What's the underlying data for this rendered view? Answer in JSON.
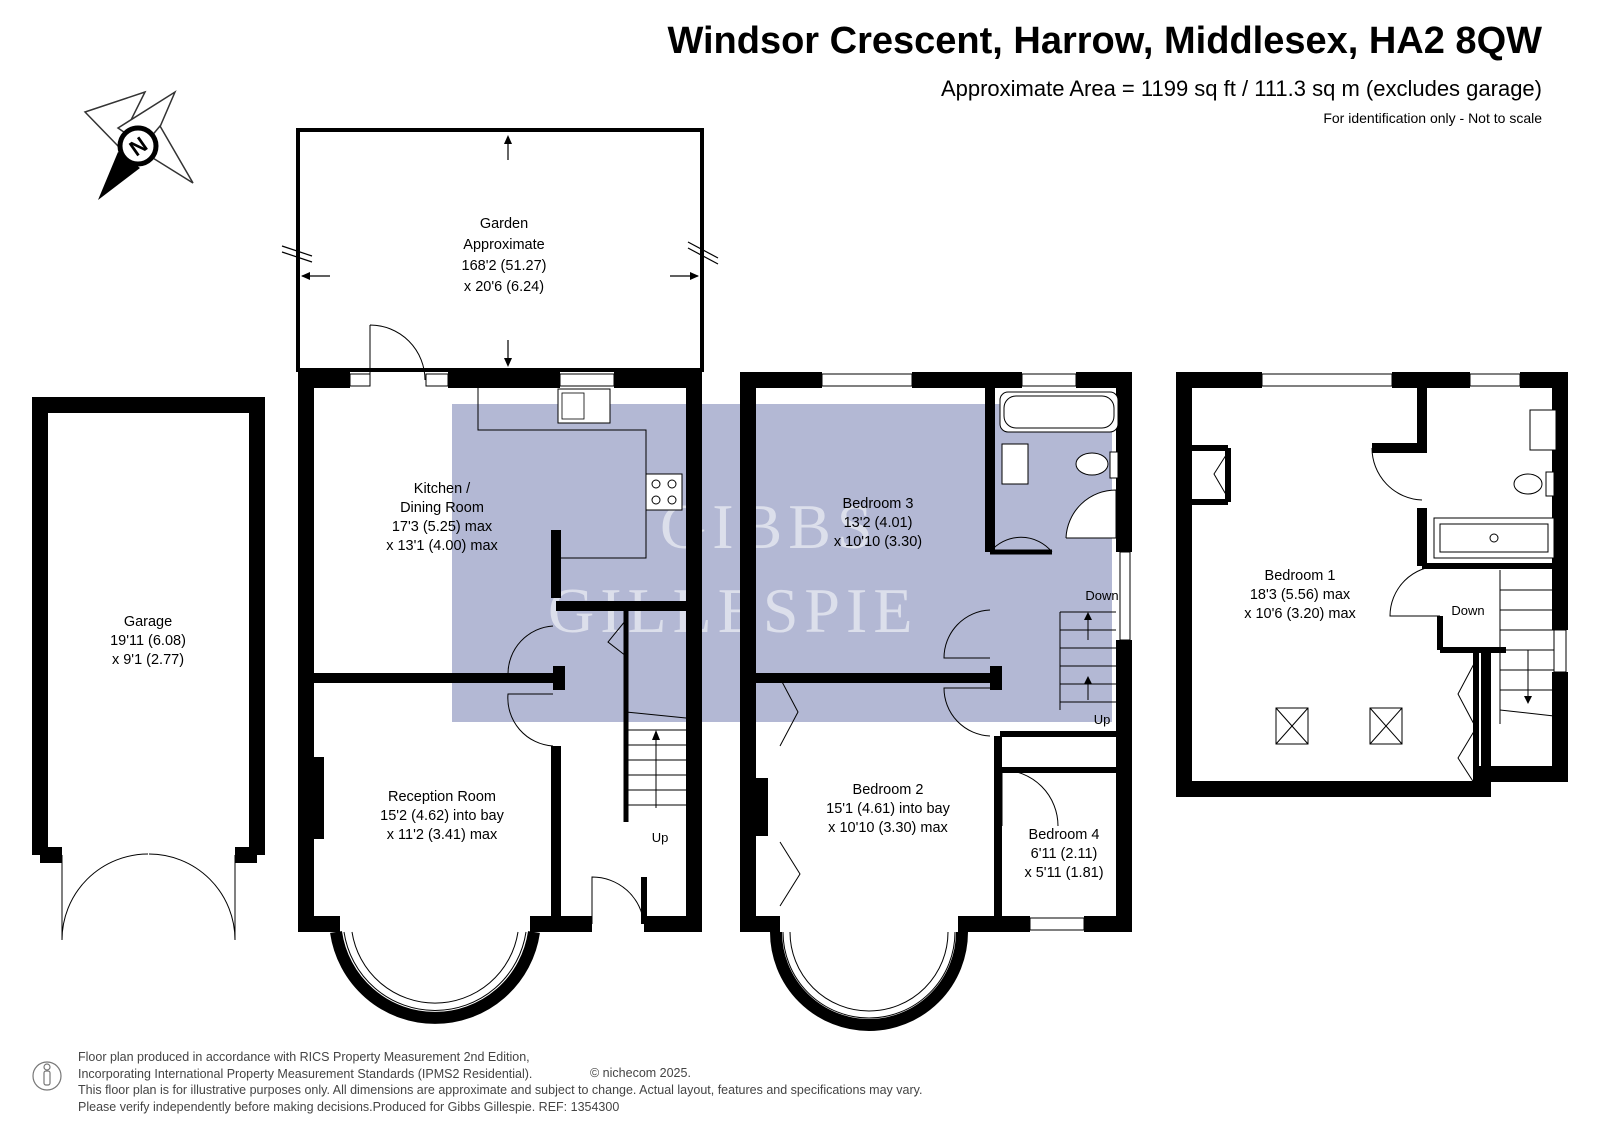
{
  "header": {
    "title": "Windsor Crescent, Harrow, Middlesex, HA2 8QW",
    "area": "Approximate Area = 1199 sq ft / 111.3 sq m (excludes garage)",
    "note": "For identification only - Not to scale"
  },
  "compass": {
    "letter": "N"
  },
  "watermark": {
    "line1": "Gibbs",
    "line2": "Gillespie",
    "color": "#b3b8d4"
  },
  "rooms": {
    "garden": [
      "Garden",
      "Approximate",
      "168'2 (51.27)",
      "x 20'6 (6.24)"
    ],
    "garage": [
      "Garage",
      "19'11 (6.08)",
      "x 9'1 (2.77)"
    ],
    "kitchen": [
      "Kitchen /",
      "Dining Room",
      "17'3 (5.25) max",
      "x 13'1 (4.00) max"
    ],
    "reception": [
      "Reception Room",
      "15'2 (4.62) into bay",
      "x 11'2 (3.41) max"
    ],
    "bedroom3": [
      "Bedroom 3",
      "13'2 (4.01)",
      "x 10'10 (3.30)"
    ],
    "bedroom2": [
      "Bedroom 2",
      "15'1 (4.61) into bay",
      "x 10'10 (3.30) max"
    ],
    "bedroom4": [
      "Bedroom 4",
      "6'11 (2.11)",
      "x 5'11 (1.81)"
    ],
    "bedroom1": [
      "Bedroom 1",
      "18'3 (5.56) max",
      "x 10'6 (3.20) max"
    ]
  },
  "stairs": {
    "ground_up": "Up",
    "first_down": "Down",
    "first_up": "Up",
    "second_down": "Down"
  },
  "footer": {
    "lines": [
      "Floor plan produced in accordance with RICS Property Measurement 2nd Edition,",
      "Incorporating International Property Measurement Standards (IPMS2 Residential).",
      "This floor plan is for illustrative purposes only. All dimensions are approximate and subject to change. Actual layout, features and specifications may vary.",
      "Please verify independently before making decisions.Produced for Gibbs Gillespie.   REF:  1354300"
    ],
    "copyright": "© nichecom 2025."
  }
}
